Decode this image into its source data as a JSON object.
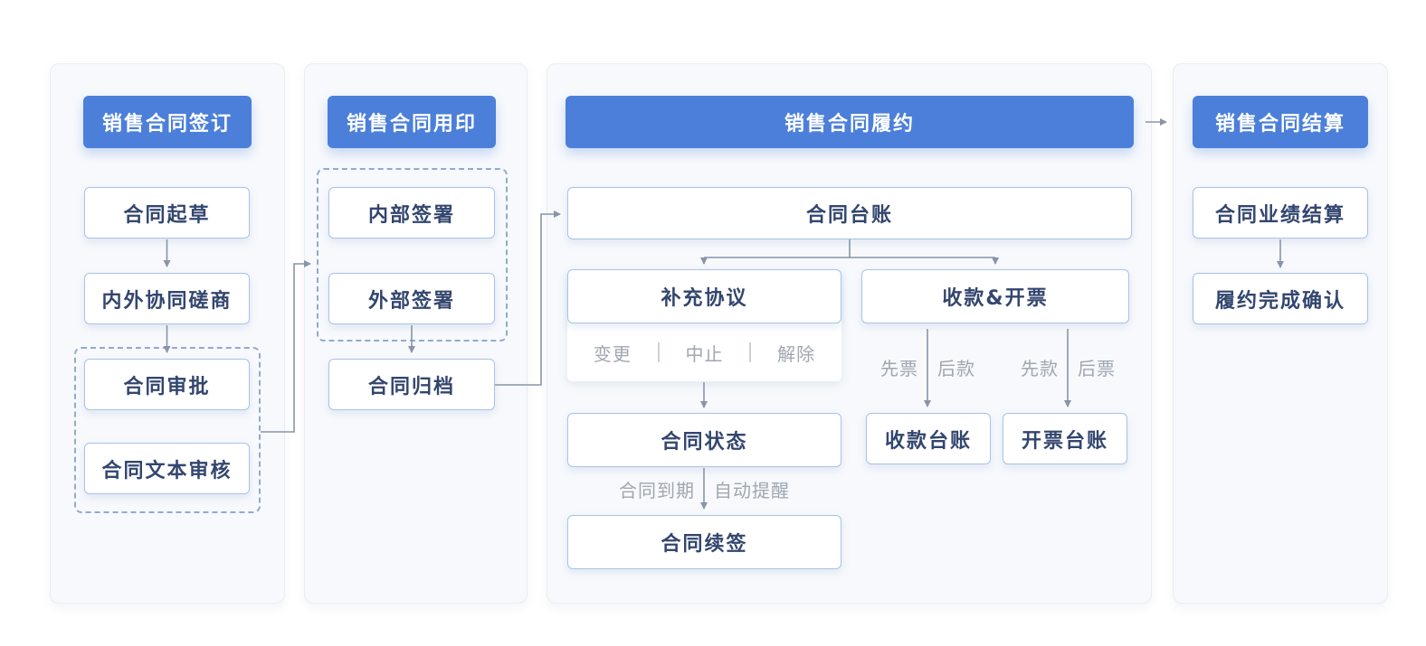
{
  "colors": {
    "header_bg": "#4B7FDA",
    "header_text": "#FFFFFF",
    "box_border": "#A9C2E9",
    "box_text": "#33466F",
    "panel_bg": "#F7F9FC",
    "panel_border": "#E9EDF4",
    "dash": "#93A9CF",
    "line": "#8A94A8",
    "muted": "#A0A6B1",
    "divider": "#CBD1DB"
  },
  "panel_signing": {
    "title": "销售合同签订",
    "draft": "合同起草",
    "negotiation": "内外协同磋商",
    "approval": "合同审批",
    "text_review": "合同文本审核"
  },
  "panel_sealing": {
    "title": "销售合同用印",
    "internal_sign": "内部签署",
    "external_sign": "外部签署",
    "archive": "合同归档"
  },
  "panel_performance": {
    "title": "销售合同履约",
    "ledger": "合同台账",
    "supplement": "补充协议",
    "supplement_tags": [
      "变更",
      "中止",
      "解除"
    ],
    "status": "合同状态",
    "renewal": "合同续签",
    "expiry_label": "合同到期",
    "reminder_label": "自动提醒",
    "billing": "收款&开票",
    "invoice_first": "先票",
    "payment_after": "后款",
    "payment_first": "先款",
    "invoice_after": "后票",
    "collection_ledger": "收款台账",
    "invoice_ledger": "开票台账"
  },
  "panel_settlement": {
    "title": "销售合同结算",
    "performance_settlement": "合同业绩结算",
    "completion_confirmation": "履约完成确认"
  }
}
